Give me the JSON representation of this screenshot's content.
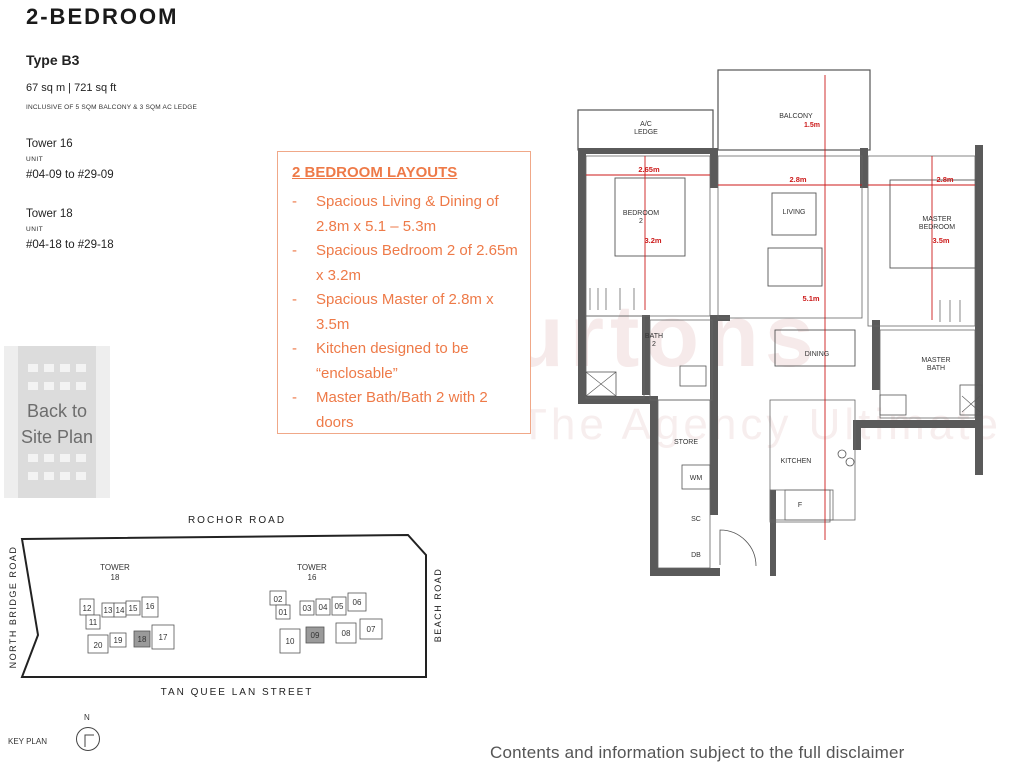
{
  "header": {
    "title": "2-BEDROOM",
    "type": "Type B3",
    "area": "67 sq m | 721 sq ft",
    "inclusive_note": "INCLUSIVE OF 5 SQM BALCONY & 3 SQM AC LEDGE"
  },
  "towers": [
    {
      "name": "Tower 16",
      "unit_caption": "UNIT",
      "range": "#04-09 to #29-09"
    },
    {
      "name": "Tower 18",
      "unit_caption": "UNIT",
      "range": "#04-18 to #29-18"
    }
  ],
  "back_button": {
    "line1": "Back to",
    "line2": "Site Plan"
  },
  "callout": {
    "title": "2 BEDROOM LAYOUTS",
    "items": [
      "Spacious Living & Dining of 2.8m x 5.1 – 5.3m",
      "Spacious Bedroom 2 of 2.65m x 3.2m",
      "Spacious Master of 2.8m x 3.5m",
      "Kitchen designed to be “enclosable”",
      "Master Bath/Bath 2 with 2 doors"
    ]
  },
  "site_plan": {
    "road_top": "ROCHOR ROAD",
    "road_bottom": "TAN QUEE LAN STREET",
    "road_left": "NORTH BRIDGE ROAD",
    "road_right": "BEACH ROAD",
    "tower18_label": "TOWER",
    "tower18_num": "18",
    "tower16_label": "TOWER",
    "tower16_num": "16",
    "units18": [
      "12",
      "11",
      "13",
      "14",
      "15",
      "16",
      "20",
      "19",
      "18",
      "17"
    ],
    "units16": [
      "02",
      "01",
      "03",
      "04",
      "05",
      "06",
      "10",
      "09",
      "08",
      "07"
    ]
  },
  "key_plan": {
    "label": "KEY PLAN",
    "north": "N"
  },
  "floor_plan": {
    "ac_ledge_1": "A/C",
    "ac_ledge_2": "LEDGE",
    "balcony": "BALCONY",
    "balcony_dim": "1.5m",
    "bedroom2_1": "BEDROOM",
    "bedroom2_2": "2",
    "bedroom2_w": "2.65m",
    "bedroom2_d": "3.2m",
    "living": "LIVING",
    "living_w": "2.8m",
    "living_d": "5.1m",
    "master_1": "MASTER",
    "master_2": "BEDROOM",
    "master_w": "2.8m",
    "master_d": "3.5m",
    "bath2_1": "BATH",
    "bath2_2": "2",
    "dining": "DINING",
    "master_bath_1": "MASTER",
    "master_bath_2": "BATH",
    "store": "STORE",
    "wm": "WM",
    "kitchen": "KITCHEN",
    "fridge": "F",
    "sc": "SC",
    "db": "DB"
  },
  "watermark": {
    "line1": "urtons",
    "line2": "The Agency Ultimate"
  },
  "footer": {
    "disclaimer": "Contents and information subject to the full disclaimer"
  },
  "colors": {
    "accent": "#ee7a48",
    "dimension": "#cc1a1a",
    "wall": "#5a5a5a"
  }
}
